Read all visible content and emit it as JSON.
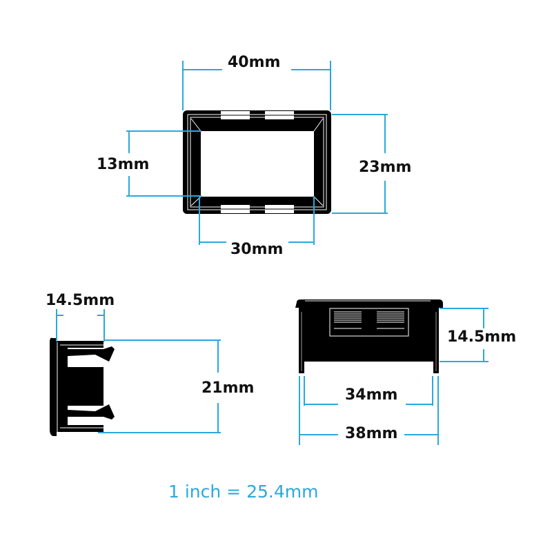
{
  "colors": {
    "dimension_line": "#2aa8de",
    "part": "#000000",
    "text": "#111111",
    "note": "#2aa8de"
  },
  "views": {
    "front": {
      "outer_width": "40mm",
      "outer_height": "23mm",
      "window_height": "13mm",
      "window_width": "30mm"
    },
    "side": {
      "depth": "14.5mm",
      "body_height": "21mm"
    },
    "top": {
      "body_depth": "14.5mm",
      "inner_width": "34mm",
      "outer_width": "38mm"
    }
  },
  "note": "1 inch = 25.4mm"
}
